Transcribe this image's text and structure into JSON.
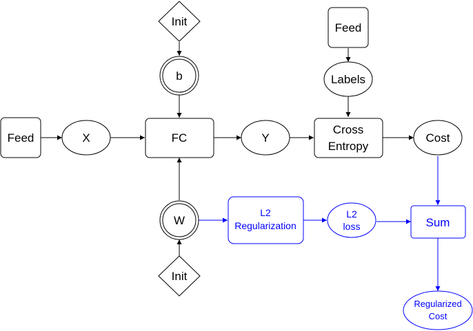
{
  "nodes": {
    "init_top": "Init",
    "b": "b",
    "feed_top": "Feed",
    "labels": "Labels",
    "feed_left": "Feed",
    "x": "X",
    "fc": "FC",
    "y": "Y",
    "cross_entropy": [
      "Cross",
      "Entropy"
    ],
    "cost": "Cost",
    "w": "W",
    "l2_reg": [
      "L2",
      "Regularization"
    ],
    "l2_loss": [
      "L2",
      "loss"
    ],
    "sum": "Sum",
    "init_bottom": "Init",
    "regularized_cost": [
      "Regularized",
      "Cost"
    ]
  },
  "colors": {
    "main": "#000000",
    "regularization": "#0000ff",
    "fill": "#ffffff"
  }
}
